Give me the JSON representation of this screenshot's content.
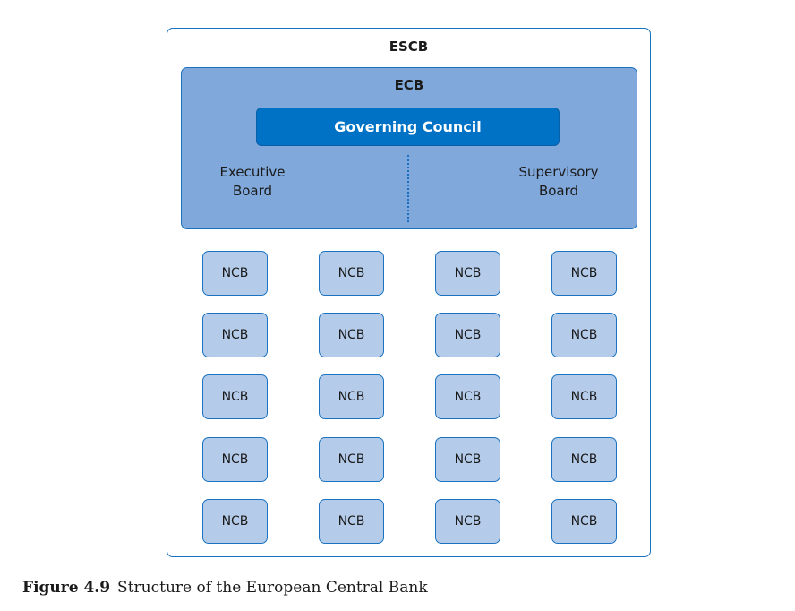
{
  "escb": {
    "label": "ESCB"
  },
  "ecb": {
    "label": "ECB",
    "governing_council": "Governing Council",
    "executive_board": [
      "Executive",
      "Board"
    ],
    "supervisory_board": [
      "Supervisory",
      "Board"
    ]
  },
  "ncb": {
    "label": "NCB",
    "rows": 5,
    "cols": 4
  },
  "colors": {
    "border": "#1a73c0",
    "ecb_fill": "#80a8da",
    "gc_fill": "#0072c6",
    "ncb_fill": "#b4cbea"
  },
  "caption": {
    "number": "Figure 4.9",
    "text": "Structure of the European Central Bank"
  }
}
